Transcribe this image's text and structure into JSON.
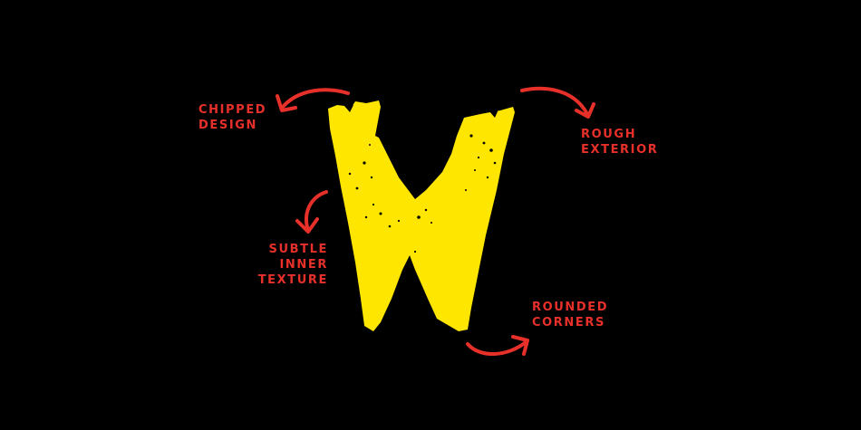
{
  "colors": {
    "background": "#000000",
    "letter_fill": "#ffe600",
    "accent_red": "#e8302a"
  },
  "glyph": {
    "character": "W"
  },
  "callouts": {
    "chipped": {
      "line1": "CHIPPED",
      "line2": "DESIGN"
    },
    "rough": {
      "line1": "ROUGH",
      "line2": "EXTERIOR"
    },
    "subtle": {
      "line1": "SUBTLE",
      "line2": "INNER",
      "line3": "TEXTURE"
    },
    "rounded": {
      "line1": "ROUNDED",
      "line2": "CORNERS"
    }
  }
}
